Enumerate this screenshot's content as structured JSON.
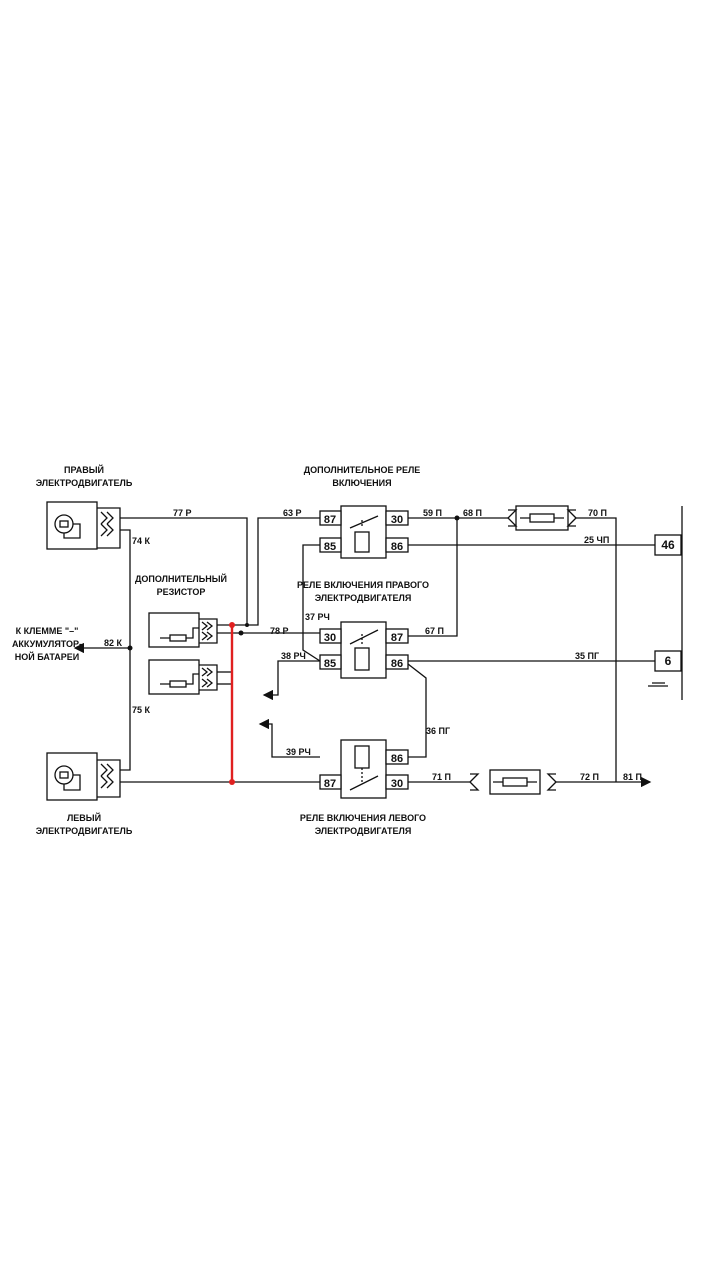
{
  "labels": {
    "right_motor": [
      "ПРАВЫЙ",
      "ЭЛЕКТРОДВИГАТЕЛЬ"
    ],
    "left_motor": [
      "ЛЕВЫЙ",
      "ЭЛЕКТРОДВИГАТЕЛЬ"
    ],
    "extra_relay": [
      "ДОПОЛНИТЕЛЬНОЕ РЕЛЕ",
      "ВКЛЮЧЕНИЯ"
    ],
    "extra_resistor": [
      "ДОПОЛНИТЕЛЬНЫЙ",
      "РЕЗИСТОР"
    ],
    "right_relay": [
      "РЕЛЕ ВКЛЮЧЕНИЯ ПРАВОГО",
      "ЭЛЕКТРОДВИГАТЕЛЯ"
    ],
    "left_relay": [
      "РЕЛЕ ВКЛЮЧЕНИЯ ЛЕВОГО",
      "ЭЛЕКТРОДВИГАТЕЛЯ"
    ],
    "battery": [
      "К КЛЕММЕ \"–\"",
      "АККУМУЛЯТОР-",
      "НОЙ БАТАРЕИ"
    ]
  },
  "wires": {
    "w77": "77 Р",
    "w63": "63 Р",
    "w59": "59 П",
    "w68": "68 П",
    "w70": "70 П",
    "w25": "25 ЧП",
    "w74": "74 К",
    "w82": "82 К",
    "w75": "75 К",
    "w37": "37 РЧ",
    "w78": "78 Р",
    "w67": "67 П",
    "w38": "38 РЧ",
    "w35": "35 ПГ",
    "w36": "36 ПГ",
    "w39": "39 РЧ",
    "w71": "71 П",
    "w72": "72 П",
    "w81": "81 П"
  },
  "pins": {
    "r1_87": "87",
    "r1_30": "30",
    "r1_85": "85",
    "r1_86": "86",
    "r2_30": "30",
    "r2_87": "87",
    "r2_85": "85",
    "r2_86": "86",
    "r3_86": "86",
    "r3_87": "87",
    "r3_30": "30"
  },
  "terminals": {
    "t46": "46",
    "t6": "6"
  },
  "colors": {
    "wire": "#111111",
    "highlight": "#e02020"
  }
}
